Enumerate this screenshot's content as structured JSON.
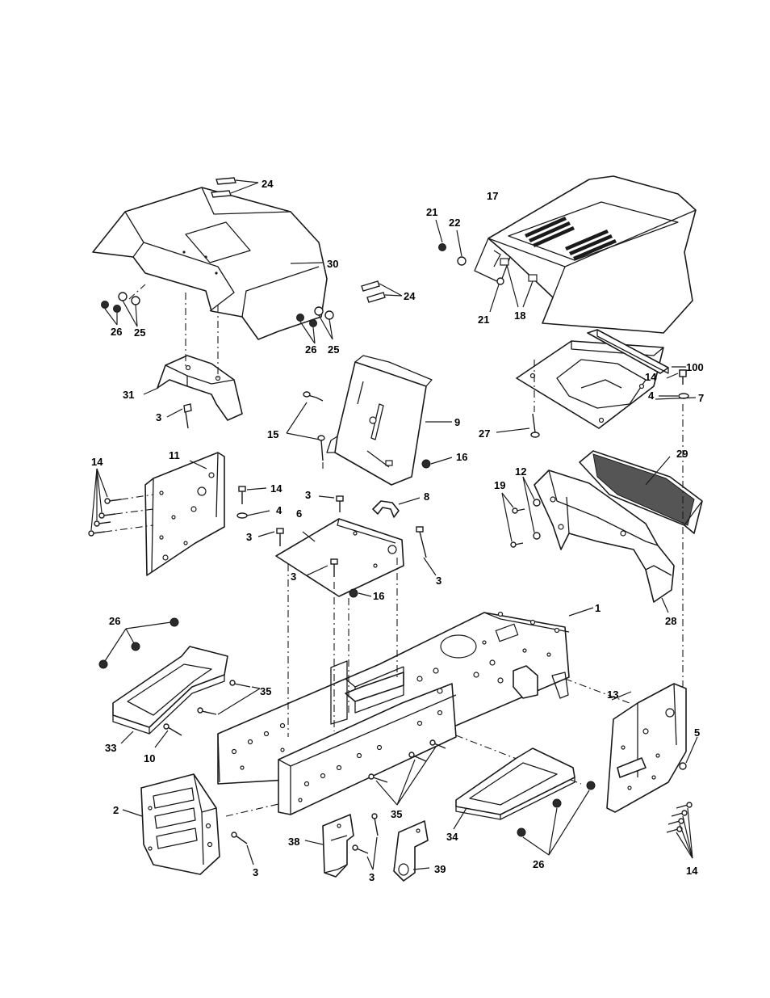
{
  "colors": {
    "ink": "#1a1a1a",
    "paper": "#ffffff"
  },
  "labels": [
    "24",
    "30",
    "26",
    "25",
    "31",
    "3",
    "24",
    "26",
    "25",
    "21",
    "22",
    "17",
    "21",
    "18",
    "100",
    "7",
    "27",
    "15",
    "9",
    "16",
    "14",
    "11",
    "14",
    "4",
    "3",
    "8",
    "6",
    "3",
    "3",
    "3",
    "16",
    "19",
    "12",
    "29",
    "28",
    "1",
    "26",
    "35",
    "33",
    "10",
    "14",
    "4",
    "13",
    "5",
    "35",
    "34",
    "26",
    "14",
    "2",
    "3",
    "38",
    "3",
    "39"
  ]
}
